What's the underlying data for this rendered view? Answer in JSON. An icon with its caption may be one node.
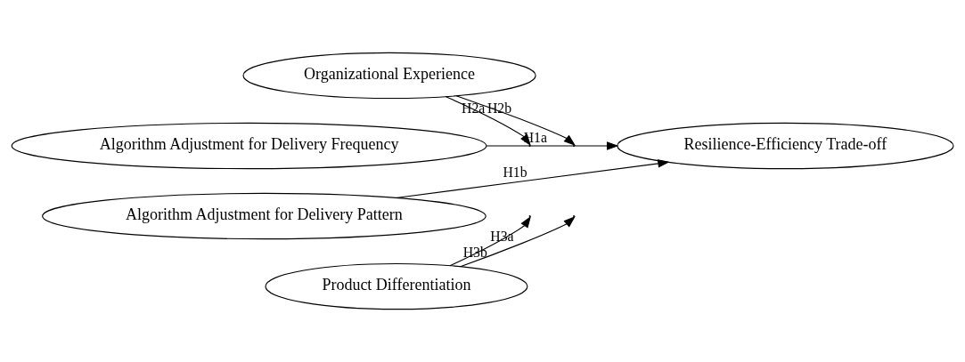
{
  "diagram": {
    "nodes": [
      {
        "text": [
          "Algorithm Adjustment for Delivery Frequency"
        ]
      },
      {
        "text": [
          "Algorithm Adjustment for Delivery Pattern"
        ]
      },
      {
        "text": [
          "Resilience-Efficiency Trade-off"
        ]
      },
      {
        "text": [
          "Organizational Experience"
        ]
      },
      {
        "text": [
          "Product Differentiation"
        ]
      }
    ],
    "edges": [
      {
        "from": 0,
        "to": 2,
        "arrow": "to",
        "label": "H1a"
      },
      {
        "from": 1,
        "to": 2,
        "arrow": "to",
        "label": "H1b"
      },
      {
        "from": 3,
        "to": null,
        "arrow": "to",
        "label": "H2a"
      },
      {
        "from": 3,
        "to": null,
        "arrow": "to",
        "label": "H2b"
      },
      {
        "from": 4,
        "to": null,
        "arrow": "to",
        "label": "H3a"
      },
      {
        "from": 4,
        "to": null,
        "arrow": "to",
        "label": "H3b"
      }
    ]
  }
}
